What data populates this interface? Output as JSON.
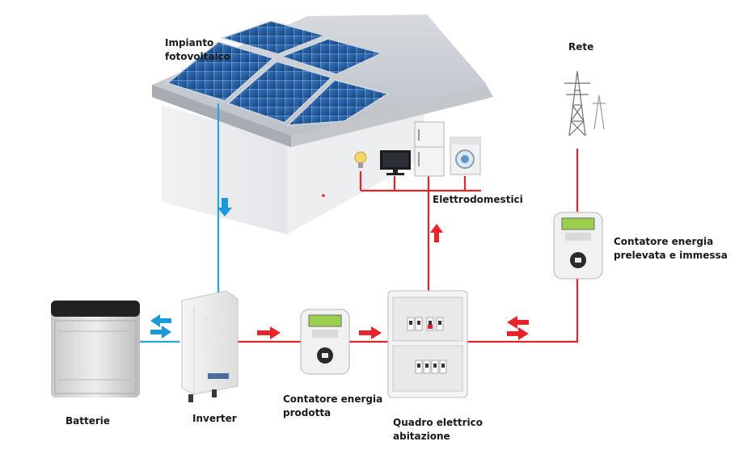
{
  "labels": {
    "pv_line1": "Impianto",
    "pv_line2": "fotovoltaico",
    "grid": "Rete",
    "appliances": "Elettrodomestici",
    "grid_meter_line1": "Contatore energia",
    "grid_meter_line2": "prelevata e immessa",
    "battery": "Batterie",
    "inverter": "Inverter",
    "prod_meter_line1": "Contatore energia",
    "prod_meter_line2": "prodotta",
    "panel_line1": "Quadro elettrico",
    "panel_line2": "abitazione"
  },
  "colors": {
    "dc_line": "#29a3dc",
    "ac_line": "#e0262b",
    "arrow_blue": "#1c9ad8",
    "arrow_red": "#e8242a"
  },
  "icons": [
    "house-icon",
    "solar-panel-icon",
    "pylon-icon",
    "lightbulb-icon",
    "tv-icon",
    "fridge-icon",
    "washing-machine-icon",
    "battery-icon",
    "inverter-icon",
    "energy-meter-icon",
    "electrical-panel-icon"
  ]
}
